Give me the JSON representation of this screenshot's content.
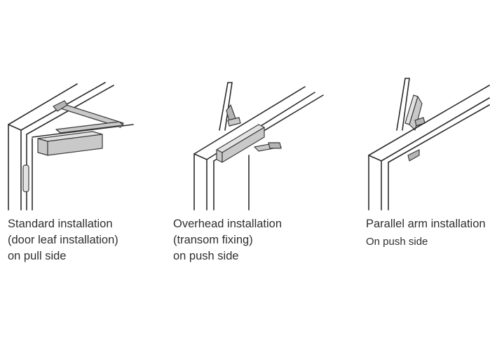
{
  "installations": [
    {
      "lines": [
        "Standard installation",
        "(door leaf installation)",
        "on pull side"
      ]
    },
    {
      "lines": [
        "Overhead installation",
        "(transom fixing)",
        "on push side"
      ]
    },
    {
      "lines": [
        "Parallel arm installation",
        "On push side"
      ]
    }
  ],
  "colors": {
    "line": "#2b2b2b",
    "closer_body": "#c9c9c9",
    "text": "#2e2e2e"
  }
}
